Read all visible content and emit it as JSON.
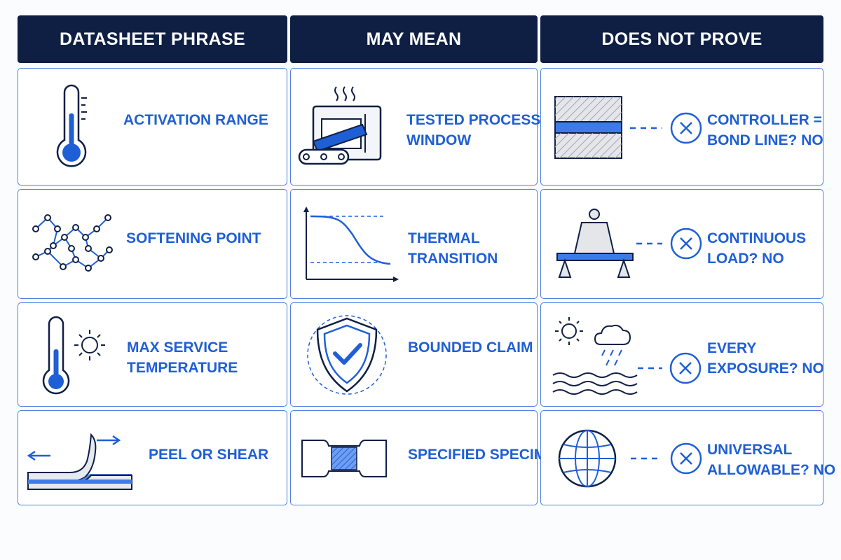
{
  "headers": {
    "col1": "DATASHEET PHRASE",
    "col2": "MAY MEAN",
    "col3": "DOES NOT PROVE"
  },
  "rows": [
    {
      "phrase": [
        "ACTIVATION RANGE"
      ],
      "meaning": [
        "TESTED PROCESS",
        "WINDOW"
      ],
      "not_proven": [
        "CONTROLLER =",
        "BOND LINE? NO"
      ],
      "icons": [
        "thermometer-icon",
        "process-oven-icon",
        "press-platen-icon"
      ]
    },
    {
      "phrase": [
        "SOFTENING POINT"
      ],
      "meaning": [
        "THERMAL",
        "TRANSITION"
      ],
      "not_proven": [
        "CONTINUOUS",
        "LOAD? NO"
      ],
      "icons": [
        "polymer-network-icon",
        "transition-curve-icon",
        "weight-on-beam-icon"
      ]
    },
    {
      "phrase": [
        "MAX SERVICE",
        "TEMPERATURE"
      ],
      "meaning": [
        "BOUNDED CLAIM"
      ],
      "not_proven": [
        "EVERY",
        "EXPOSURE? NO"
      ],
      "icons": [
        "thermometer-sun-icon",
        "shield-check-icon",
        "weather-exposure-icon"
      ]
    },
    {
      "phrase": [
        "PEEL OR SHEAR"
      ],
      "meaning": [
        "SPECIFIED SPECIMEN"
      ],
      "not_proven": [
        "UNIVERSAL",
        "ALLOWABLE? NO"
      ],
      "icons": [
        "peel-shear-icon",
        "test-specimen-icon",
        "globe-icon"
      ]
    }
  ],
  "colors": {
    "header_bg": "#0f1f44",
    "accent": "#1f5fd6",
    "border": "#4f7ee0",
    "fill_blue": "#3d7be8"
  }
}
